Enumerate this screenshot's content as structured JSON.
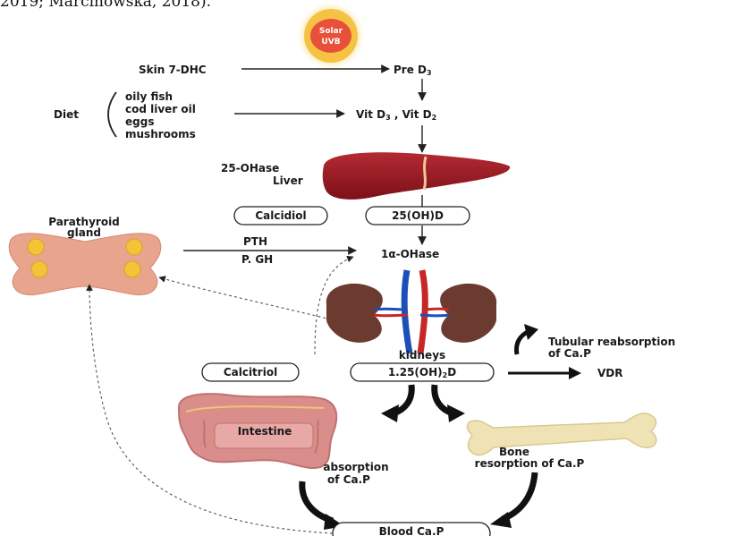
{
  "header_fragment": "2019; Marcinowska, 2018).",
  "sun": {
    "line1": "Solar",
    "line2": "UVB"
  },
  "skin": "Skin 7-DHC",
  "pre_d3": "Pre D",
  "pre_d3_sub": "3",
  "diet": {
    "label": "Diet",
    "items": [
      "oily fish",
      "cod liver oil",
      "eggs",
      "mushrooms"
    ]
  },
  "vit_d": {
    "a": "Vit D",
    "a_sub": "3",
    "sep": " , ",
    "b": "Vit D",
    "b_sub": "2"
  },
  "liver": {
    "line1": "25-OHase",
    "line2": "Liver"
  },
  "calcidiol": "Calcidiol",
  "oh_d": "25(OH)D",
  "parathyroid": {
    "line1": "Parathyroid",
    "line2": "gland"
  },
  "pth": "PTH",
  "pgh": "P. GH",
  "alpha_ohase": "1α-OHase",
  "kidneys": "kidneys",
  "tubular": {
    "line1": "Tubular reabsorption",
    "line2": "of Ca.P"
  },
  "calcitriol": "Calcitriol",
  "oh2d": {
    "a": "1.25(OH)",
    "sub": "2",
    "b": "D"
  },
  "vdr": "VDR",
  "intestine": "Intestine",
  "absorption": {
    "line1": "absorption",
    "line2": "of Ca.P"
  },
  "bone": {
    "line1": "Bone",
    "line2": "resorption of Ca.P"
  },
  "blood": "Blood Ca.P",
  "colors": {
    "sun_core": "#e8503a",
    "sun_ring": "#f6c243",
    "sun_glow": "#fbe7a6",
    "liver": "#a3202a",
    "liver_dark": "#7c1019",
    "kidney": "#6a3b2e",
    "artery": "#c62828",
    "vein": "#1e4fb8",
    "parathyroid": "#e8a48c",
    "parathyroid_gland": "#f2c437",
    "intestine": "#d98e8c",
    "bone": "#efe3b6"
  }
}
